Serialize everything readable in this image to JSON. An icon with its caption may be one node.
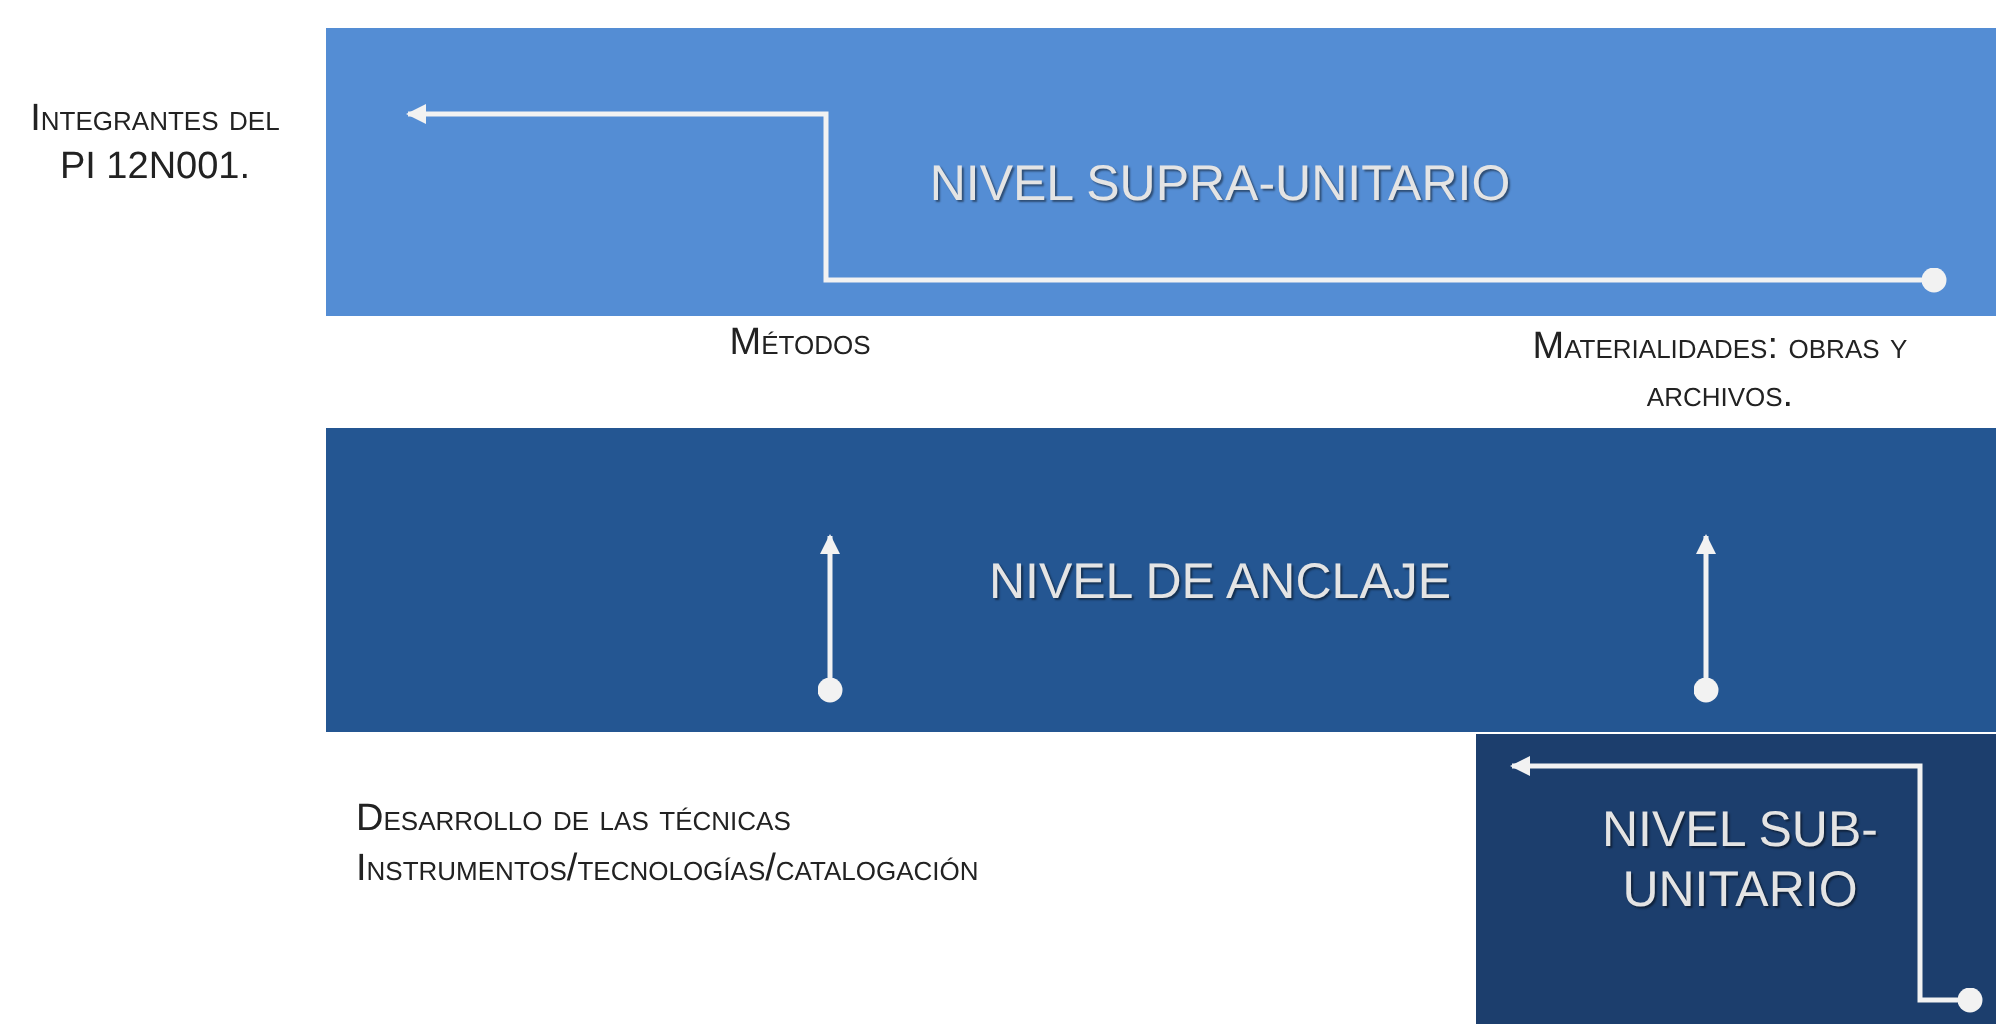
{
  "diagram": {
    "nodes": [
      {
        "text": [
          "NIVEL SUPRA-UNITARIO"
        ]
      },
      {
        "text": [
          "NIVEL DE ANCLAJE"
        ]
      },
      {
        "text": [
          "NIVEL SUB-UNITARIO"
        ]
      }
    ],
    "edges": [],
    "labels": [
      "Integrantes del PI 12N001.",
      "Métodos",
      "Materialidades: obras y archivos.",
      "Desarrollo de las técnicas",
      "Instrumentos/tecnologías/catalogación"
    ]
  }
}
